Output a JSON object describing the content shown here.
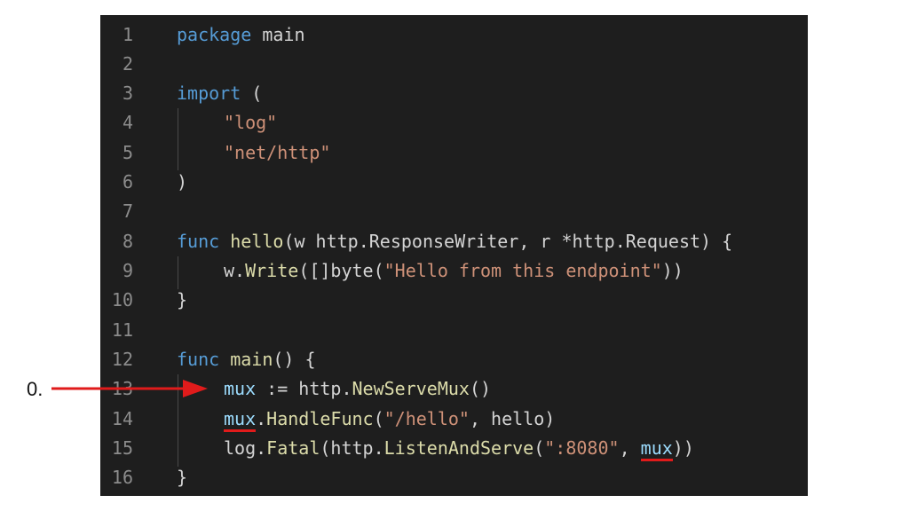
{
  "annotation": {
    "label": "0."
  },
  "code": {
    "line_numbers": [
      "1",
      "2",
      "3",
      "4",
      "5",
      "6",
      "7",
      "8",
      "9",
      "10",
      "11",
      "12",
      "13",
      "14",
      "15",
      "16"
    ],
    "l1": {
      "kw": "package",
      "rest": " main"
    },
    "l3": {
      "kw": "import",
      "rest": " ("
    },
    "l4": {
      "str": "\"log\""
    },
    "l5": {
      "str": "\"net/http\""
    },
    "l6": {
      "text": ")"
    },
    "l8": {
      "kw": "func",
      "fn": "hello",
      "rest": "(w http.ResponseWriter, r *http.Request) {"
    },
    "l9": {
      "a": "w.",
      "fn": "Write",
      "b": "([]byte(",
      "str": "\"Hello from this endpoint\"",
      "c": "))"
    },
    "l10": {
      "text": "}"
    },
    "l12": {
      "kw": "func",
      "fn": "main",
      "rest": "() {"
    },
    "l13": {
      "var": "mux",
      "a": " := http.",
      "fn": "NewServeMux",
      "b": "()"
    },
    "l14": {
      "var": "mux",
      "a": ".",
      "fn": "HandleFunc",
      "b": "(",
      "str": "\"/hello\"",
      "c": ", hello)"
    },
    "l15": {
      "a": "log.",
      "fn1": "Fatal",
      "b": "(http.",
      "fn2": "ListenAndServe",
      "c": "(",
      "str": "\":8080\"",
      "d": ", ",
      "var": "mux",
      "e": "))"
    },
    "l16": {
      "text": "}"
    }
  }
}
